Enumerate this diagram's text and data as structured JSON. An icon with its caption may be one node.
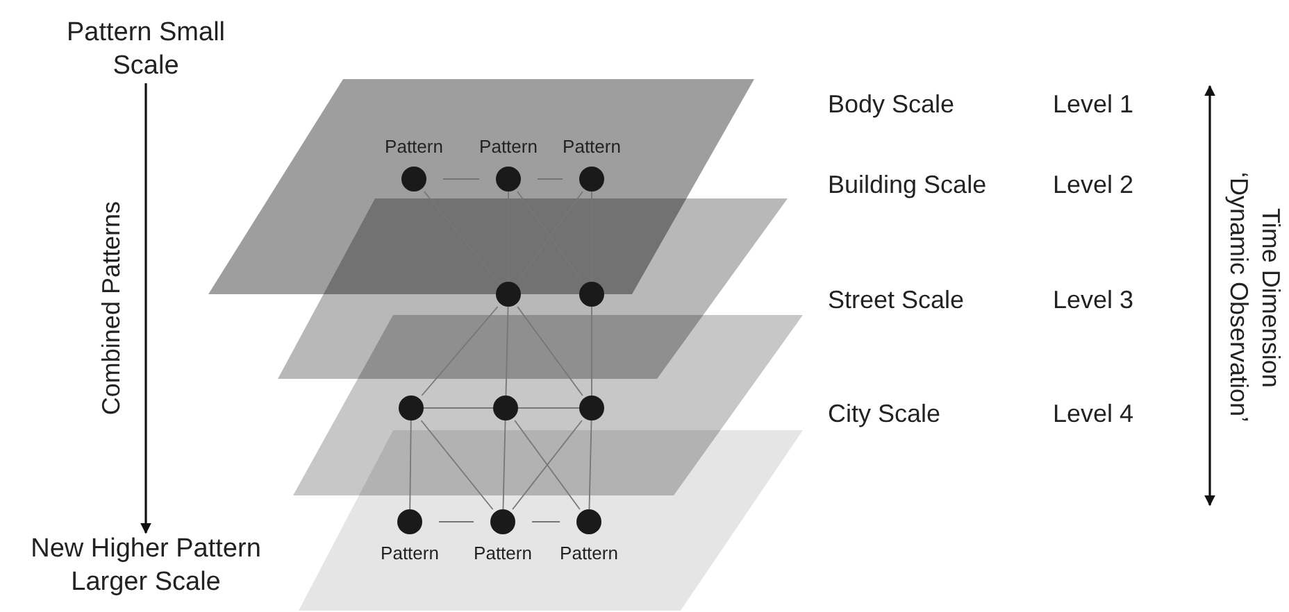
{
  "diagram": {
    "nodes": [
      {
        "text": [
          "Pattern Small Scale"
        ]
      },
      {
        "text": [
          "Pattern"
        ]
      },
      {
        "text": [
          "Pattern"
        ]
      },
      {
        "text": [
          "Pattern"
        ]
      },
      {
        "text": [],
        "shape": "circle"
      },
      {
        "text": [],
        "shape": "circle"
      },
      {
        "text": [],
        "shape": "circle"
      },
      {
        "text": [],
        "shape": "circle"
      },
      {
        "text": [],
        "shape": "circle"
      },
      {
        "text": [
          "Pattern"
        ]
      },
      {
        "text": [
          "Pattern"
        ]
      },
      {
        "text": [
          "Pattern"
        ]
      },
      {
        "text": [
          "New Higher Pattern Larger Scale"
        ]
      }
    ],
    "edges": [
      {
        "from": 0,
        "to": 12,
        "arrow": "to",
        "label": "Combined Patterns",
        "color": "#111111"
      },
      {
        "from": 1,
        "to": 2,
        "arrow": "none"
      },
      {
        "from": 2,
        "to": 3,
        "arrow": "none"
      },
      {
        "from": 1,
        "to": 4,
        "arrow": "none"
      },
      {
        "from": 2,
        "to": 4,
        "arrow": "none"
      },
      {
        "from": 2,
        "to": 5,
        "arrow": "none"
      },
      {
        "from": 3,
        "to": 4,
        "arrow": "none"
      },
      {
        "from": 3,
        "to": 5,
        "arrow": "none"
      },
      {
        "from": 4,
        "to": 6,
        "arrow": "none"
      },
      {
        "from": 4,
        "to": 7,
        "arrow": "none"
      },
      {
        "from": 4,
        "to": 8,
        "arrow": "none"
      },
      {
        "from": 5,
        "to": 8,
        "arrow": "none"
      },
      {
        "from": 6,
        "to": 7,
        "arrow": "none"
      },
      {
        "from": 7,
        "to": 8,
        "arrow": "none"
      },
      {
        "from": 6,
        "to": 9,
        "arrow": "none"
      },
      {
        "from": 6,
        "to": 10,
        "arrow": "none"
      },
      {
        "from": 7,
        "to": 10,
        "arrow": "none"
      },
      {
        "from": 7,
        "to": 11,
        "arrow": "none"
      },
      {
        "from": 8,
        "to": 10,
        "arrow": "none"
      },
      {
        "from": 8,
        "to": 11,
        "arrow": "none"
      },
      {
        "from": 9,
        "to": 10,
        "arrow": "none"
      },
      {
        "from": 10,
        "to": 11,
        "arrow": "none"
      }
    ],
    "labels": [
      "Body Scale",
      "Level 1",
      "Building Scale",
      "Level 2",
      "Street Scale",
      "Level 3",
      "City Scale",
      "Level 4",
      "Time Dimension",
      "‘Dynamic Observation’"
    ]
  }
}
